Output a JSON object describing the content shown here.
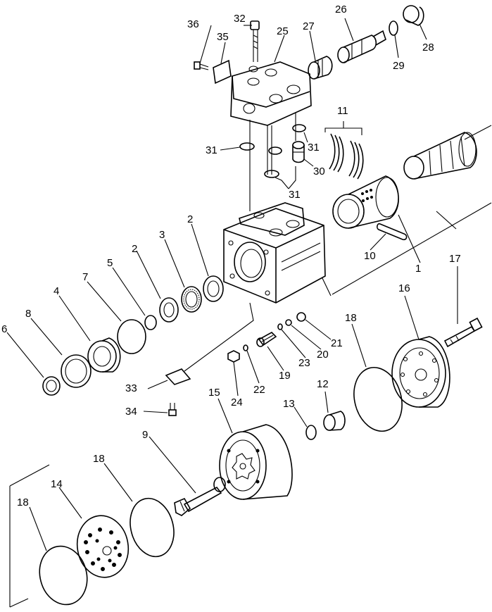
{
  "labels": {
    "p1": "1",
    "p2a": "2",
    "p2b": "2",
    "p3": "3",
    "p4": "4",
    "p5": "5",
    "p6": "6",
    "p7": "7",
    "p8": "8",
    "p9": "9",
    "p10": "10",
    "p11": "11",
    "p12": "12",
    "p13": "13",
    "p14": "14",
    "p15": "15",
    "p16": "16",
    "p17": "17",
    "p18a": "18",
    "p18b": "18",
    "p18c": "18",
    "p19": "19",
    "p20": "20",
    "p21": "21",
    "p22": "22",
    "p23": "23",
    "p24": "24",
    "p25": "25",
    "p26": "26",
    "p27": "27",
    "p28": "28",
    "p29": "29",
    "p30": "30",
    "p31a": "31",
    "p31b": "31",
    "p31c": "31",
    "p32": "32",
    "p33": "33",
    "p34": "34",
    "p35": "35",
    "p36": "36"
  }
}
